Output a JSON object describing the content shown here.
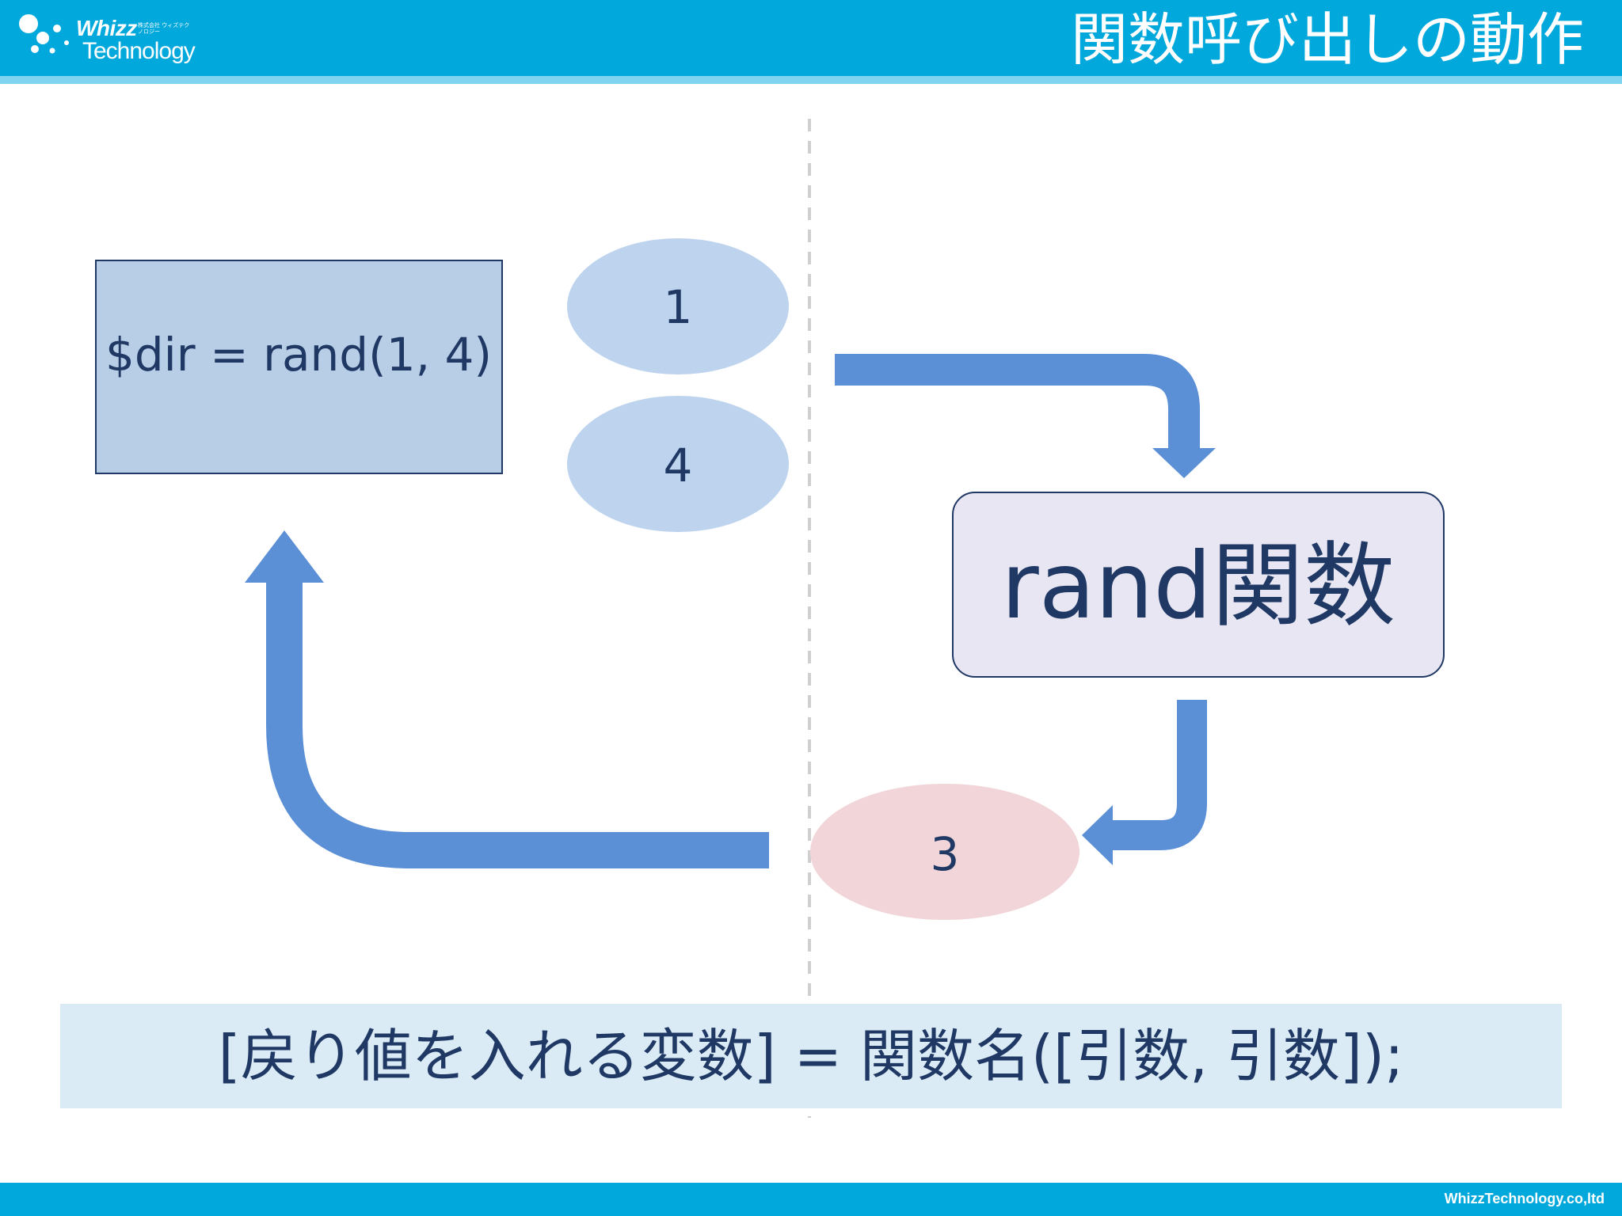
{
  "header": {
    "logo_name": "Whizz",
    "logo_sub": "株式会社 ウィズテクノロジー",
    "logo_tech": "Technology",
    "title": "関数呼び出しの動作"
  },
  "diagram": {
    "caller_code": "$dir = rand(1, 4)",
    "function_label": "rand関数",
    "step_1": "1",
    "step_4": "4",
    "step_3": "3"
  },
  "syntax": "[戻り値を入れる変数] = 関数名([引数, 引数]);",
  "footer": {
    "text": "WhizzTechnology.co,ltd"
  },
  "colors": {
    "header": "#00a8dc",
    "arrow": "#5b8fd6",
    "caller_box": "#b8cde6",
    "function_box": "#e8e6f3",
    "ellipse_blue": "#bdd3ee",
    "ellipse_pink": "#f1d5d8",
    "text_dark": "#1f3864",
    "syntax_bg": "#daebf6"
  }
}
